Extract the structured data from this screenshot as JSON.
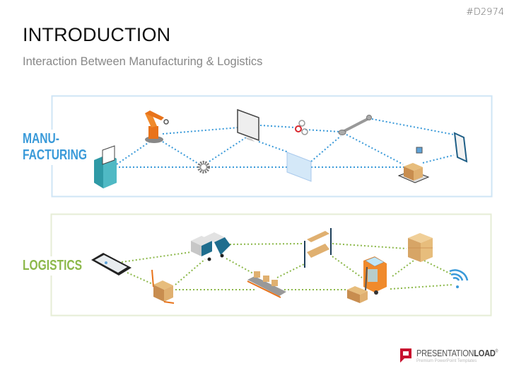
{
  "slide": {
    "code": "#D2974",
    "title": "INTRODUCTION",
    "subtitle": "Interaction Between Manufacturing & Logistics"
  },
  "manufacturing": {
    "label_line1": "MANU-",
    "label_line2": "FACTURING",
    "color": "#3a9ad9",
    "icons": [
      "computer-terminal-icon",
      "robot-arm-icon",
      "monitor-icon",
      "gear-icon",
      "gears-icon",
      "folder-icon",
      "wrench-icon",
      "scale-with-box-icon",
      "tablet-icon"
    ]
  },
  "logistics": {
    "label": "LOGISTICS",
    "color": "#8cb84a",
    "icons": [
      "map-tablet-icon",
      "trucks-icon",
      "pallet-jack-icon",
      "conveyor-belt-icon",
      "warehouse-shelf-icon",
      "forklift-icon",
      "box-stack-icon",
      "cardboard-box-icon",
      "wireless-signal-icon"
    ]
  },
  "logo": {
    "brand_regular": "PRESENTATION",
    "brand_bold": "LOAD",
    "registered": "®",
    "tagline": "Premium PowerPoint Templates",
    "color": "#c8102e"
  }
}
